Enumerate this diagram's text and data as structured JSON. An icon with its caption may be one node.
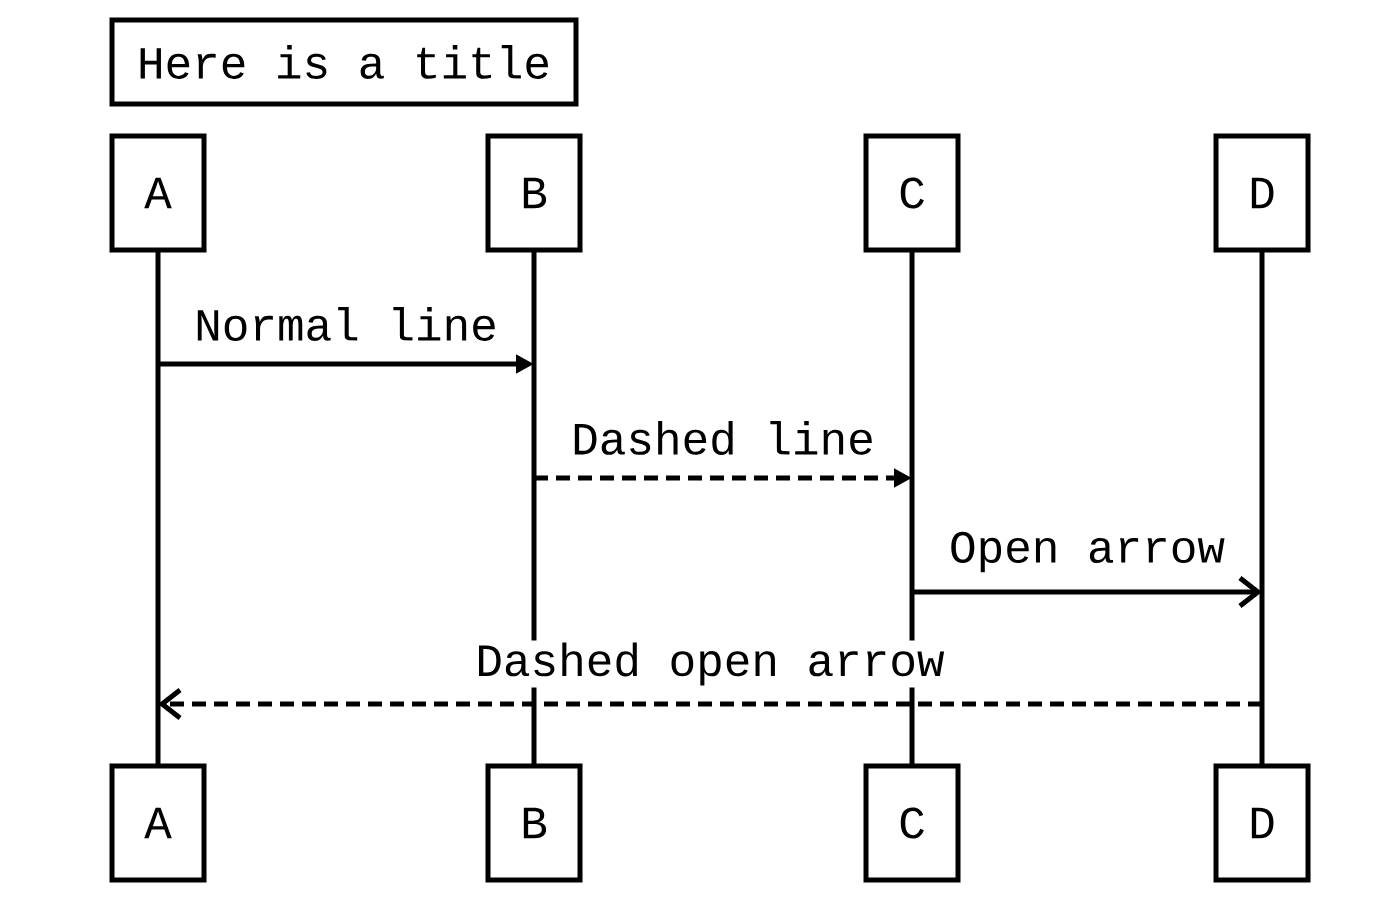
{
  "diagram": {
    "title": "Here is a title",
    "nodes": [
      {
        "text": [
          "A"
        ]
      },
      {
        "text": [
          "B"
        ]
      },
      {
        "text": [
          "C"
        ]
      },
      {
        "text": [
          "D"
        ]
      },
      {
        "text": [],
        "shape": "bar"
      },
      {
        "text": [],
        "shape": "bar"
      },
      {
        "text": [],
        "shape": "bar"
      },
      {
        "text": [],
        "shape": "bar"
      },
      {
        "text": [
          "A"
        ]
      },
      {
        "text": [
          "B"
        ]
      },
      {
        "text": [
          "C"
        ]
      },
      {
        "text": [
          "D"
        ]
      }
    ],
    "edges": [
      {
        "from": 4,
        "to": 5,
        "arrow": "to",
        "label": "Normal line"
      },
      {
        "from": 5,
        "to": 6,
        "arrow": "to",
        "label": "Dashed line",
        "style": "dashed"
      },
      {
        "from": 6,
        "to": 7,
        "arrow": "to",
        "label": "Open arrow"
      },
      {
        "from": 7,
        "to": 4,
        "arrow": "to",
        "label": "Dashed open arrow",
        "style": "dashed"
      }
    ]
  }
}
